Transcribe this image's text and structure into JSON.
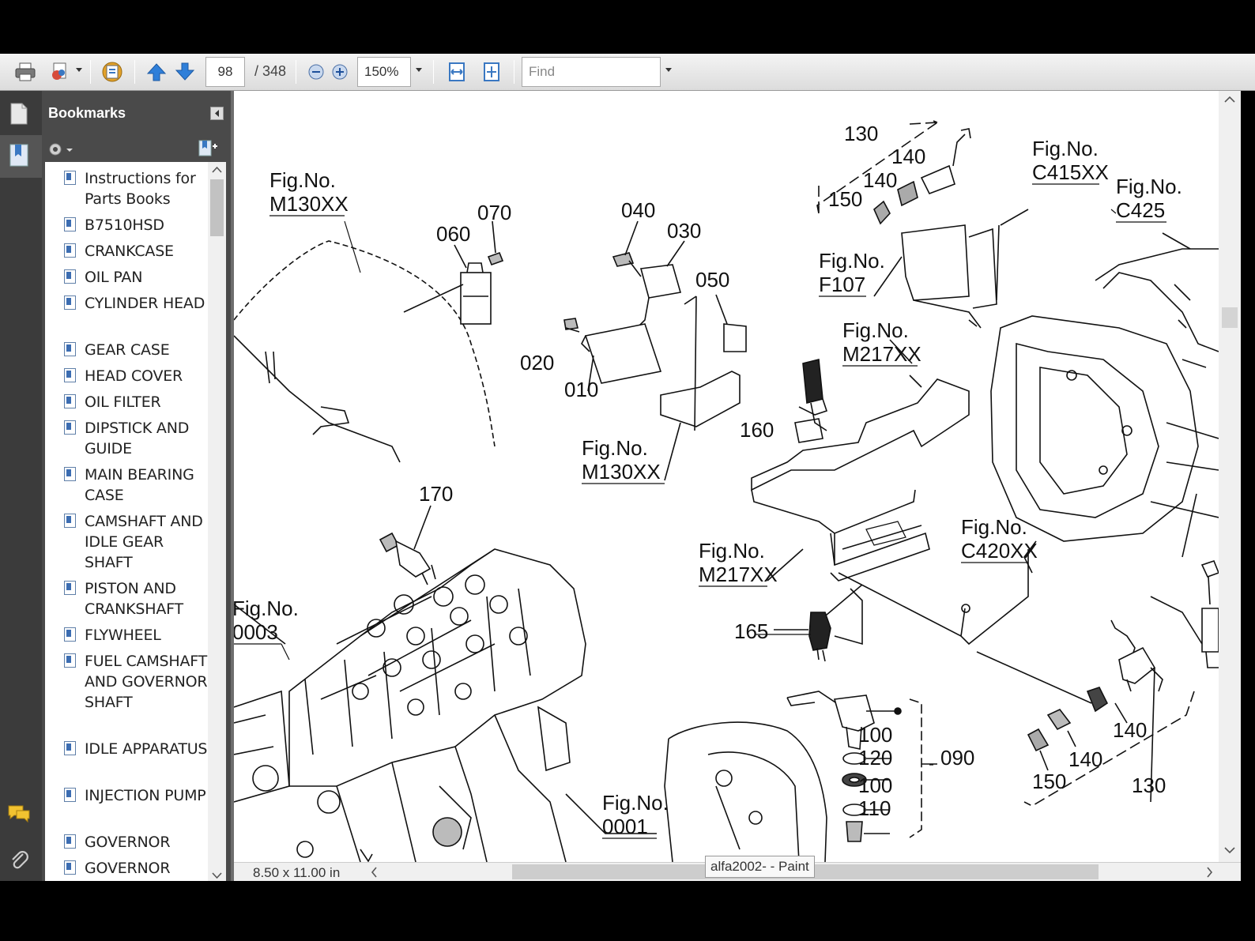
{
  "toolbar": {
    "page_current": "98",
    "page_total": "/ 348",
    "zoom": "150%",
    "find_placeholder": "Find"
  },
  "sidebar": {
    "title": "Bookmarks",
    "items": [
      {
        "label": "Instructions for Parts Books"
      },
      {
        "label": "B7510HSD"
      },
      {
        "label": "CRANKCASE"
      },
      {
        "label": "OIL PAN"
      },
      {
        "label": "CYLINDER HEAD"
      },
      {
        "label": "GEAR CASE"
      },
      {
        "label": "HEAD COVER"
      },
      {
        "label": "OIL FILTER"
      },
      {
        "label": "DIPSTICK AND GUIDE"
      },
      {
        "label": "MAIN BEARING CASE"
      },
      {
        "label": "CAMSHAFT AND IDLE GEAR SHAFT"
      },
      {
        "label": "PISTON AND CRANKSHAFT"
      },
      {
        "label": "FLYWHEEL"
      },
      {
        "label": "FUEL CAMSHAFT AND GOVERNOR SHAFT"
      },
      {
        "label": "IDLE APPARATUS"
      },
      {
        "label": "INJECTION PUMP"
      },
      {
        "label": "GOVERNOR"
      },
      {
        "label": "GOVERNOR"
      }
    ]
  },
  "diagram": {
    "labels": {
      "fig_m130_top": "Fig.No.",
      "fig_m130_top_code": "M130XX",
      "p060": "060",
      "p070": "070",
      "p040": "040",
      "p030": "030",
      "p050": "050",
      "p020": "020",
      "p010": "010",
      "fig_m130_mid": "Fig.No.",
      "fig_m130_mid_code": "M130XX",
      "p130a": "130",
      "p140a": "140",
      "p140b": "140",
      "p150a": "150",
      "fig_f107": "Fig.No.",
      "fig_f107_code": "F107",
      "fig_c415": "Fig.No.",
      "fig_c415_code": "C415XX",
      "fig_c425": "Fig.No.",
      "fig_c425_code": "C425",
      "fig_m217_a": "Fig.No.",
      "fig_m217_a_code": "M217XX",
      "p160": "160",
      "fig_c420": "Fig.No.",
      "fig_c420_code": "C420XX",
      "fig_m217_b": "Fig.No.",
      "fig_m217_b_code": "M217XX",
      "p170": "170",
      "fig_0003": "Fig.No.",
      "fig_0003_code": "0003",
      "p165": "165",
      "p100a": "100",
      "p120": "120",
      "p090": "090",
      "p100b": "100",
      "p110": "110",
      "fig_0001": "Fig.No.",
      "fig_0001_code": "0001",
      "p140c": "140",
      "p140d": "140",
      "p150b": "150",
      "p130b": "130"
    }
  },
  "status": {
    "page_size": "8.50 x 11.00 in",
    "tooltip": "alfa2002- - Paint"
  }
}
